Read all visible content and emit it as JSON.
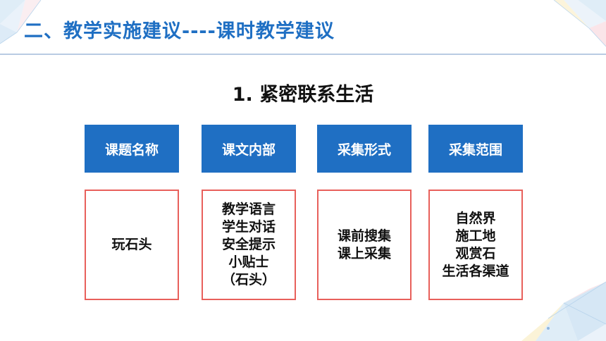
{
  "slide": {
    "title": "二、教学实施建议----课时教学建议",
    "heading": "1. 紧密联系生活"
  },
  "table": {
    "headers": [
      "课题名称",
      "课文内部",
      "采集形式",
      "采集范围"
    ],
    "cells": [
      [
        "玩石头"
      ],
      [
        "教学语言",
        "学生对话",
        "安全提示",
        "小贴士",
        "（石头）"
      ],
      [
        "课前搜集",
        "课上采集"
      ],
      [
        "自然界",
        "施工地",
        "观赏石",
        "生活各渠道"
      ]
    ]
  },
  "colors": {
    "title_blue": "#1F6FC3",
    "header_fill": "#1F6FC3",
    "content_border": "#E8605B",
    "decor_light_blue": "#CFE3F3",
    "decor_pink": "#F6D3DA",
    "decor_yellow": "#F8E7B0"
  }
}
